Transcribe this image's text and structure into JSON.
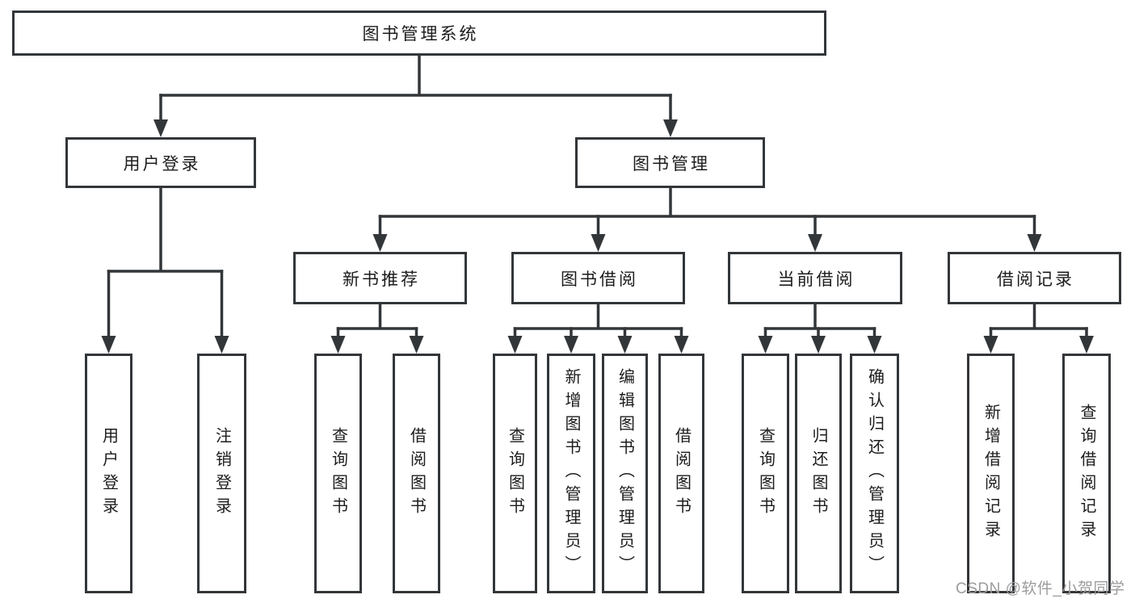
{
  "title": "图书管理系统",
  "colors": {
    "line": "#333639",
    "text": "#1c1c1e",
    "bg": "#ffffff",
    "watermark": "#9c9c9c"
  },
  "tree": {
    "root": {
      "label": "图书管理系统",
      "children": [
        {
          "label": "用户登录",
          "children": [
            {
              "label": "用户登录"
            },
            {
              "label": "注销登录"
            }
          ]
        },
        {
          "label": "图书管理",
          "children": [
            {
              "label": "新书推荐",
              "children": [
                {
                  "label": "查询图书"
                },
                {
                  "label": "借阅图书"
                }
              ]
            },
            {
              "label": "图书借阅",
              "children": [
                {
                  "label": "查询图书"
                },
                {
                  "label": "新增图书（管理员）"
                },
                {
                  "label": "编辑图书（管理员）"
                },
                {
                  "label": "借阅图书"
                }
              ]
            },
            {
              "label": "当前借阅",
              "children": [
                {
                  "label": "查询图书"
                },
                {
                  "label": "归还图书"
                },
                {
                  "label": "确认归还（管理员）"
                }
              ]
            },
            {
              "label": "借阅记录",
              "children": [
                {
                  "label": "新增借阅记录"
                },
                {
                  "label": "查询借阅记录"
                }
              ]
            }
          ]
        }
      ]
    }
  },
  "watermark": {
    "text": "CSDN @软件_小贺同学"
  }
}
